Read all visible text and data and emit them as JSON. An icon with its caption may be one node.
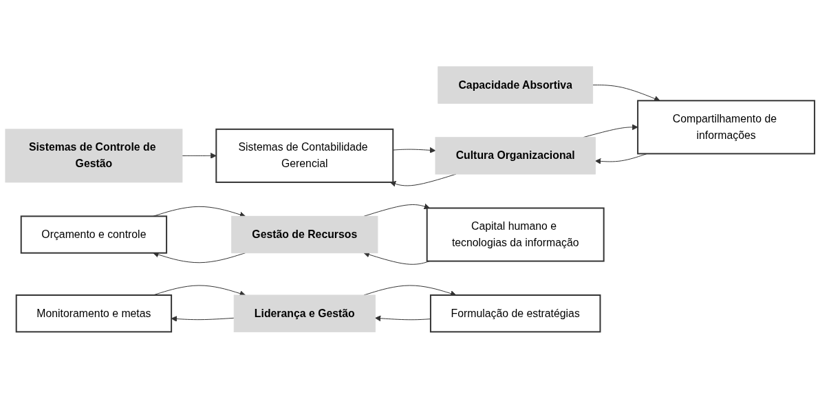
{
  "diagram": {
    "nodes": [
      {
        "text": [
          "Sistemas de Controle de Gestão"
        ]
      },
      {
        "text": [
          "Capacidade Absortiva"
        ]
      },
      {
        "text": [
          "Sistemas de Contabilidade Gerencial"
        ]
      },
      {
        "text": [
          "Cultura Organizacional"
        ]
      },
      {
        "text": [
          "Compartilhamento de informações"
        ]
      },
      {
        "text": [
          "Orçamento e controle"
        ]
      },
      {
        "text": [
          "Gestão de Recursos"
        ]
      },
      {
        "text": [
          "Capital humano e tecnologias da informação"
        ]
      },
      {
        "text": [
          "Monitoramento e metas"
        ]
      },
      {
        "text": [
          "Liderança e Gestão"
        ]
      },
      {
        "text": [
          "Formulação de estratégias"
        ]
      }
    ],
    "edges": [
      {
        "from": 0,
        "to": 2,
        "arrow": "to"
      },
      {
        "from": 1,
        "to": 4,
        "arrow": "to"
      },
      {
        "from": 2,
        "to": 3,
        "arrow": "to"
      },
      {
        "from": 3,
        "to": 2,
        "arrow": "to"
      },
      {
        "from": 3,
        "to": 4,
        "arrow": "to"
      },
      {
        "from": 4,
        "to": 3,
        "arrow": "to"
      },
      {
        "from": 5,
        "to": 6,
        "arrow": "to"
      },
      {
        "from": 6,
        "to": 5,
        "arrow": "to"
      },
      {
        "from": 6,
        "to": 7,
        "arrow": "to"
      },
      {
        "from": 7,
        "to": 6,
        "arrow": "to"
      },
      {
        "from": 8,
        "to": 9,
        "arrow": "to"
      },
      {
        "from": 9,
        "to": 8,
        "arrow": "to"
      },
      {
        "from": 9,
        "to": 10,
        "arrow": "to"
      },
      {
        "from": 10,
        "to": 9,
        "arrow": "to"
      }
    ]
  }
}
